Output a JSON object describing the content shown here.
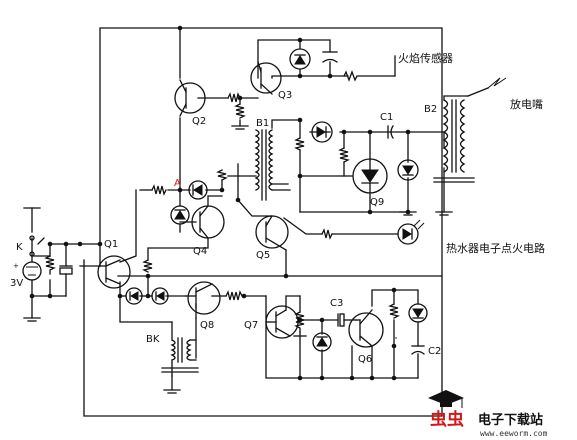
{
  "labels": {
    "q1": "Q1",
    "q2": "Q2",
    "q3": "Q3",
    "q4": "Q4",
    "q5": "Q5",
    "q6": "Q6",
    "q7": "Q7",
    "q8": "Q8",
    "q9": "Q9",
    "b1": "B1",
    "b2": "B2",
    "bk": "BK",
    "c1": "C1",
    "c2": "C2",
    "c3": "C3",
    "k": "K",
    "a": "A",
    "v3": "3V",
    "plus": "+"
  },
  "captions": {
    "flame_sensor": "火焰传感器",
    "discharge_nozzle": "放电嘴",
    "circuit_title": "热水器电子点火电路"
  },
  "watermark": {
    "logo_chars": "虫虫",
    "site_name": "电子下载站",
    "url": "www.eeworm.com"
  }
}
